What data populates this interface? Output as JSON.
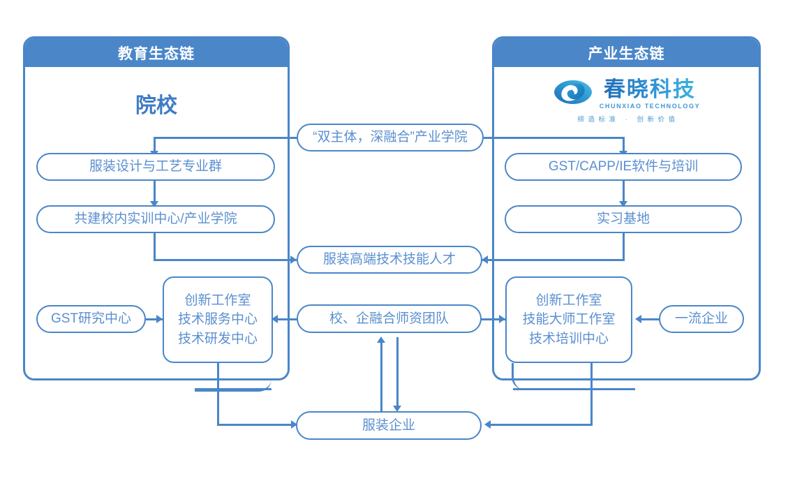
{
  "diagram": {
    "title_left": "教育生态链",
    "title_right": "产业生态链"
  },
  "left_panel": {
    "header": "教育生态链",
    "section_title": "院校",
    "nodes": [
      {
        "id": "major-group",
        "label": "服装设计与工艺专业群"
      },
      {
        "id": "training-center",
        "label": "共建校内实训中心/产业学院"
      },
      {
        "id": "gst-research",
        "label": "GST研究中心"
      },
      {
        "id": "innovation-left",
        "lines": [
          "创新工作室",
          "技术服务中心",
          "技术研发中心"
        ]
      }
    ]
  },
  "right_panel": {
    "header": "产业生态链",
    "logo": {
      "mark": "chunxiao-eye-logo",
      "name_cn": "春晓科技",
      "name_en": "CHUNXIAO TECHNOLOGY",
      "tagline": "缔造标准 · 创新价值"
    },
    "nodes": [
      {
        "id": "gst-capp-ie",
        "label": "GST/CAPP/IE软件与培训"
      },
      {
        "id": "internship-base",
        "label": "实习基地"
      },
      {
        "id": "top-enterprise",
        "label": "一流企业"
      },
      {
        "id": "innovation-right",
        "lines": [
          "创新工作室",
          "技能大师工作室",
          "技术培训中心"
        ]
      }
    ]
  },
  "center_nodes": [
    {
      "id": "industry-college",
      "label": "“双主体，深融合”产业学院"
    },
    {
      "id": "talent",
      "label": "服装高端技术技能人才"
    },
    {
      "id": "faculty-team",
      "label": "校、企融合师资团队"
    },
    {
      "id": "apparel-company",
      "label": "服装企业"
    }
  ],
  "colors": {
    "accent": "#4a86c8",
    "node_text": "#5b8fd0",
    "heading": "#3f7bc4",
    "panel_header_text": "#ffffff",
    "background": "#ffffff"
  }
}
